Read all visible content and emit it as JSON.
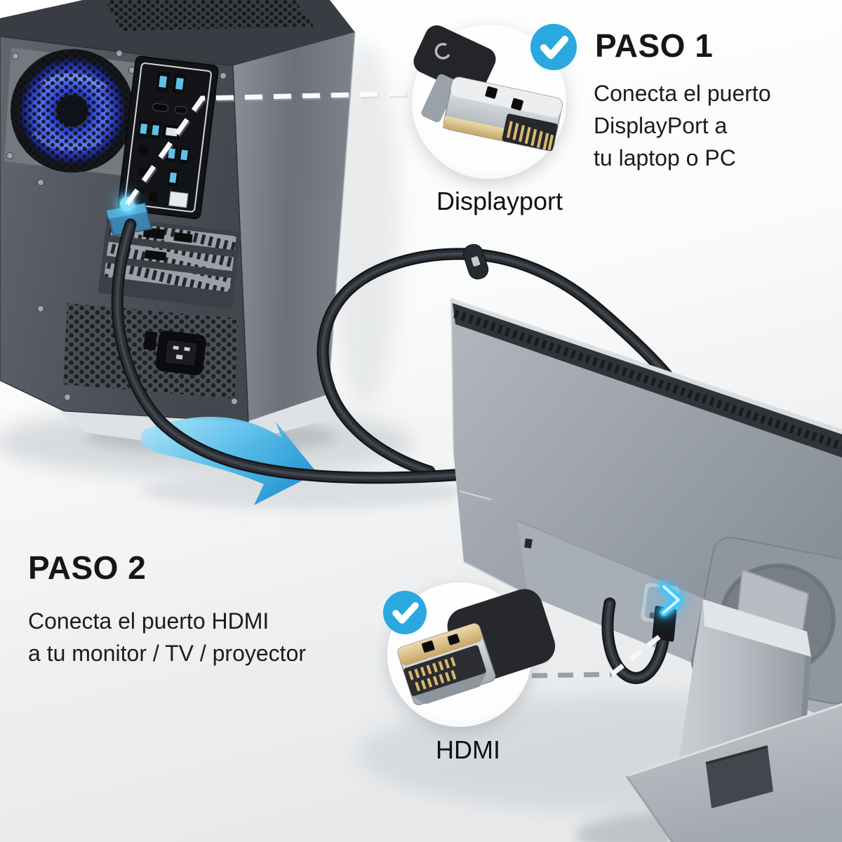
{
  "steps": [
    {
      "title": "PASO 1",
      "description_lines": [
        "Conecta el puerto",
        "DisplayPort a",
        "tu laptop o PC"
      ],
      "connector_label": "Displayport"
    },
    {
      "title": "PASO 2",
      "description_lines": [
        "Conecta el puerto HDMI",
        "a tu monitor / TV / proyector"
      ],
      "connector_label": "HDMI"
    }
  ],
  "icons": {
    "step_check": "check-circle-icon",
    "direction_arrow": "curved-arrow-right-icon",
    "port_indicator": "chevron-right-glow-icon"
  },
  "colors": {
    "check_blue": "#29a9e0",
    "glow_blue": "#3ec6ff",
    "arrow_blue_light": "#a8e4f8",
    "arrow_blue_dark": "#2095d6",
    "cable_black": "#2b2e33",
    "metal_gold": "#d5b878",
    "text_dark": "#1a1a1a",
    "background_light": "#f1f2f4"
  }
}
